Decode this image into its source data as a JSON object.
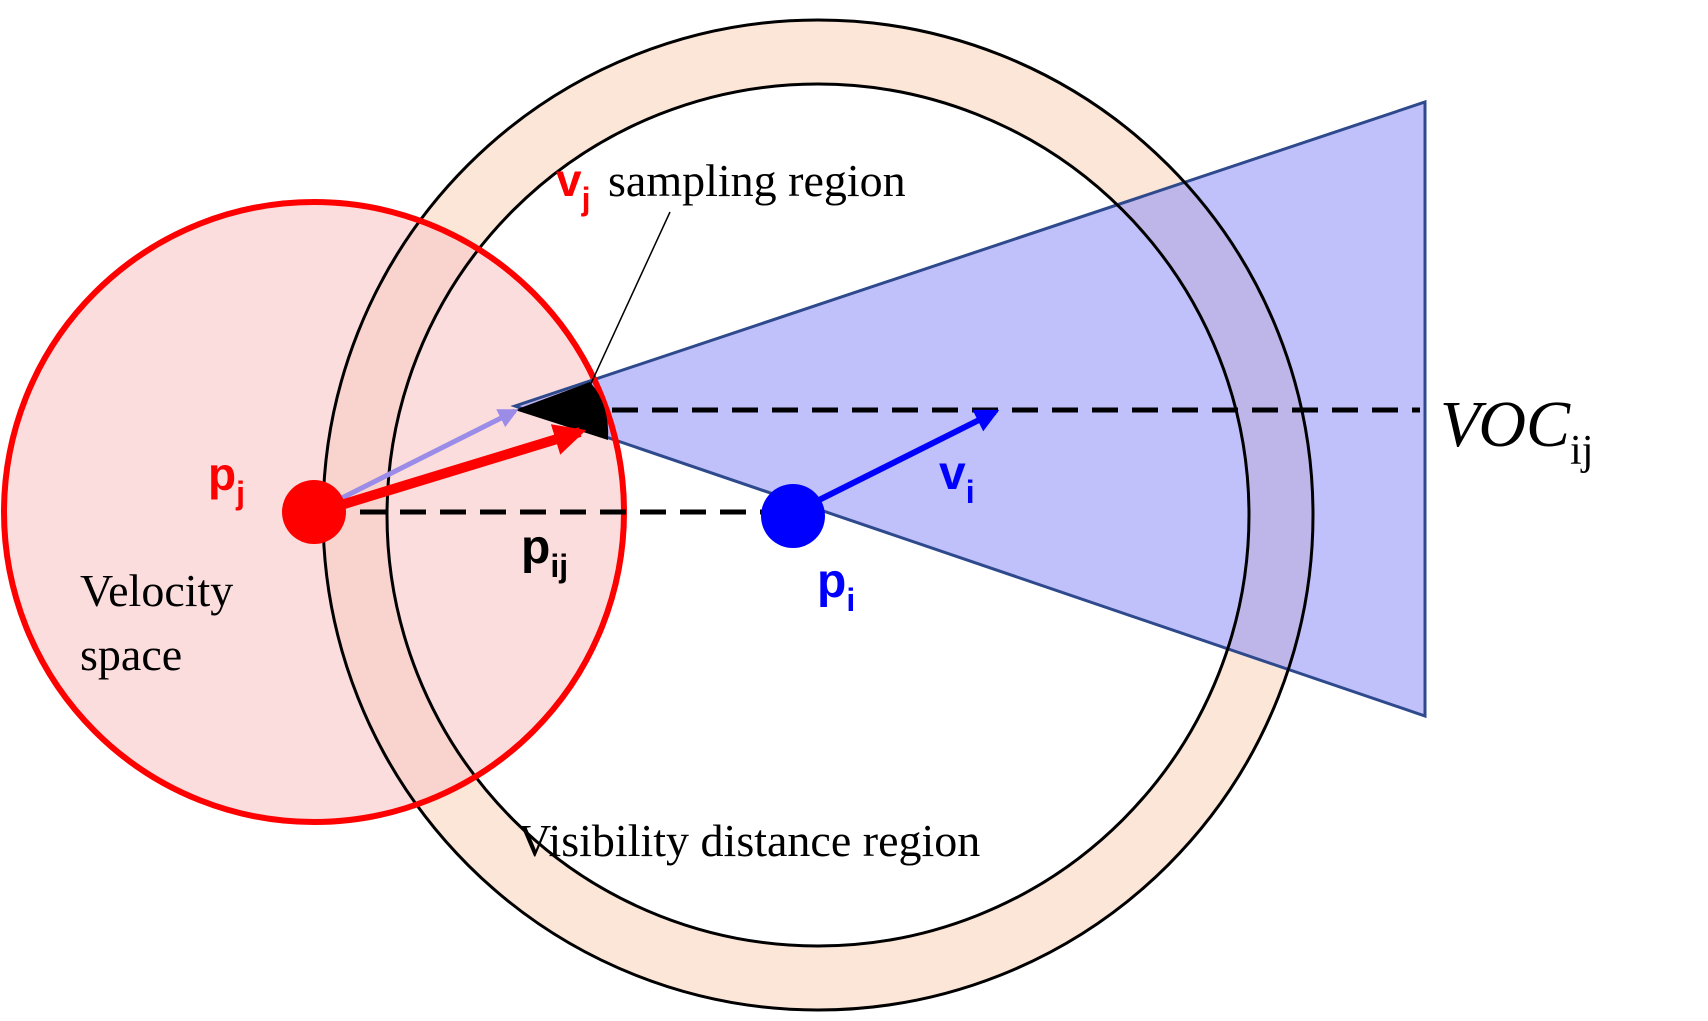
{
  "labels": {
    "pj_main": "p",
    "pj_sub": "j",
    "pi_main": "p",
    "pi_sub": "i",
    "pij_main": "p",
    "pij_sub": "ij",
    "vi_main": "v",
    "vi_sub": "i",
    "vj_main": "v",
    "vj_sub": "j",
    "sampling_region": "sampling region",
    "voc_main": "VOC",
    "voc_sub": "ij",
    "velocity_space_line1": "Velocity",
    "velocity_space_line2": "space",
    "visibility_region": "Visibility distance region"
  },
  "colors": {
    "agent_j": "#ff0000",
    "agent_j_light": "#9b8ce8",
    "agent_i": "#0000ff",
    "relative_position": "#000000",
    "velocity_space_fill": "#f9c6c6",
    "ring_fill": "#fbe6d8",
    "cone_fill": "#8c8cf5",
    "cone_stroke": "#2e4a8c",
    "sampling_region": "#000000"
  }
}
